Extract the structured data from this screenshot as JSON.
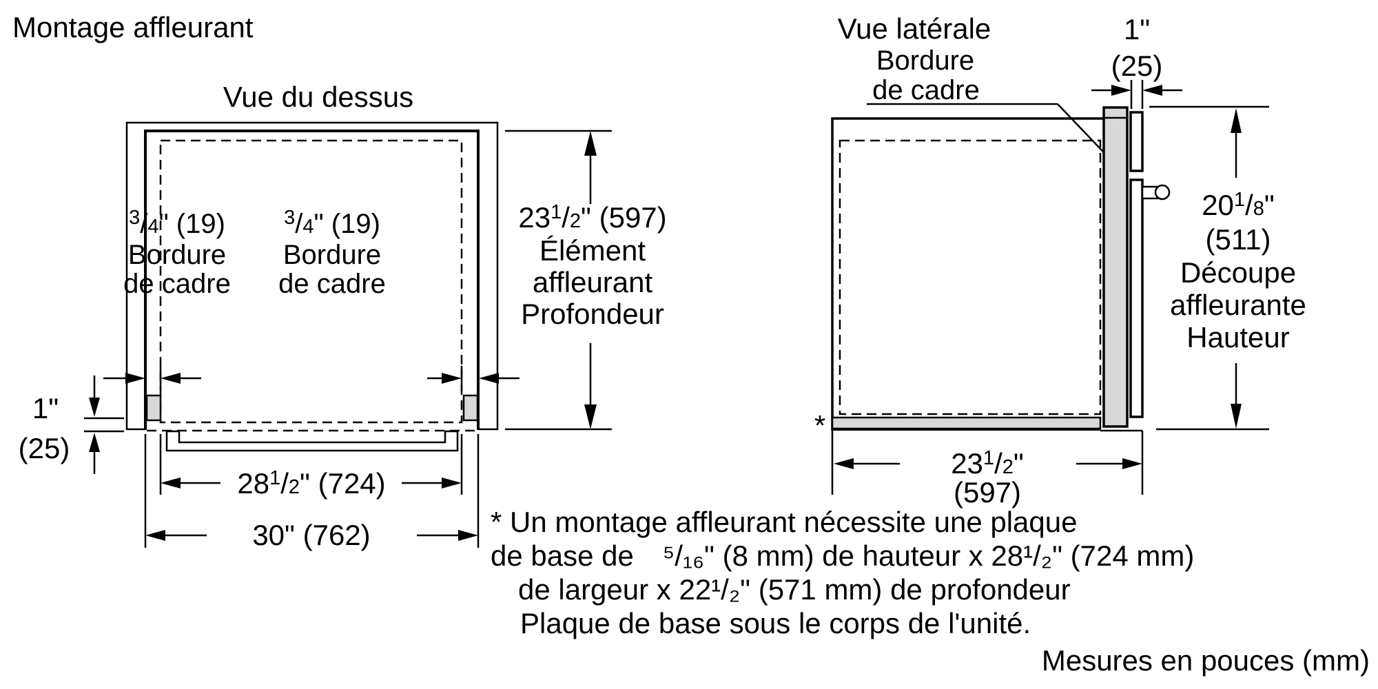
{
  "colors": {
    "ink": "#000000",
    "gray_fill": "#d9d9d9",
    "background": "#ffffff"
  },
  "page_title": "Montage affleurant",
  "units_note": "Mesures en pouces (mm)",
  "top_view": {
    "title": "Vue du dessus",
    "depth": {
      "whole": "23",
      "num": "1",
      "slash": "/",
      "den": "2",
      "rest": "\" (597)"
    },
    "depth_caption": {
      "line1": "Élément",
      "line2": "affleurant",
      "line3": "Profondeur"
    },
    "frame_left": {
      "whole": "",
      "num": "3",
      "slash": "/",
      "den": "4",
      "rest": "\" (19)",
      "caption1": "Bordure",
      "caption2": "de cadre"
    },
    "frame_right": {
      "whole": "",
      "num": "3",
      "slash": "/",
      "den": "4",
      "rest": "\" (19)",
      "caption1": "Bordure",
      "caption2": "de cadre"
    },
    "door_offset": {
      "inches": "1\"",
      "mm": "(25)"
    },
    "width_inner": {
      "whole": "28",
      "num": "1",
      "slash": "/",
      "den": "2",
      "rest": "\" (724)"
    },
    "width_outer": {
      "whole": "30",
      "num": "",
      "slash": "",
      "den": "",
      "rest": "\" (762)"
    }
  },
  "side_view": {
    "title": "Vue latérale",
    "frame_callout": {
      "line1": "Bordure",
      "line2": "de cadre"
    },
    "door_thickness": {
      "inches": "1\"",
      "mm": "(25)"
    },
    "cutout_height": {
      "whole": "20",
      "num": "1",
      "slash": "/",
      "den": "8",
      "rest": "\""
    },
    "cutout_height_mm": "(511)",
    "cutout_caption": {
      "line1": "Découpe",
      "line2": "affleurante",
      "line3": "Hauteur"
    },
    "depth": {
      "whole": "23",
      "num": "1",
      "slash": "/",
      "den": "2",
      "rest": "\""
    },
    "depth_mm": "(597)",
    "base_marker": "*"
  },
  "footnote": {
    "line1": "* Un montage affleurant nécessite une plaque",
    "line2": "de base de  ⁵/₁₆\" (8 mm) de hauteur x 28¹/₂\" (724 mm)",
    "line3": "de largeur x 22¹/₂\" (571 mm) de profondeur",
    "line4": "Plaque de base sous le corps de l'unité."
  }
}
